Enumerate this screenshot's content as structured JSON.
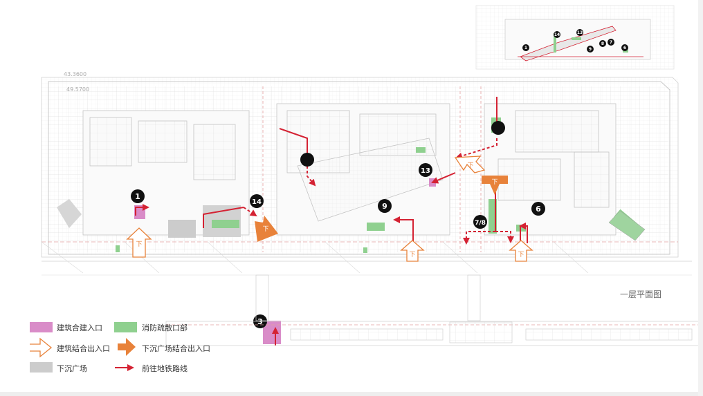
{
  "plan": {
    "title": "一层平面图",
    "elevation_labels": [
      "43.3600",
      "49.5700"
    ],
    "colors": {
      "building_entrance": "#d98cc8",
      "fire_exit": "#8fd08f",
      "sunken_plaza": "#cccccc",
      "plaza_entrance": "#e8823a",
      "route": "#d42233",
      "arrow_outline": "#e8823a",
      "grid_line": "#d8d8d8",
      "marker": "#111111"
    },
    "arrow_glyph": "下",
    "markers": [
      {
        "id": "m1",
        "label": "1"
      },
      {
        "id": "m14",
        "label": "14"
      },
      {
        "id": "m9",
        "label": "9"
      },
      {
        "id": "m13",
        "label": "13"
      },
      {
        "id": "m78",
        "label": "7/8"
      },
      {
        "id": "m6",
        "label": "6"
      },
      {
        "id": "m3",
        "label": "3"
      },
      {
        "id": "mA",
        "label": ""
      },
      {
        "id": "mB",
        "label": ""
      }
    ],
    "inset_markers": [
      "1",
      "14",
      "13",
      "9",
      "8",
      "7",
      "6"
    ]
  },
  "legend": {
    "items": [
      {
        "name": "building-entrance",
        "label": "建筑合建入口",
        "icon": "pink-swatch"
      },
      {
        "name": "fire-exit",
        "label": "消防疏散口部",
        "icon": "green-swatch"
      },
      {
        "name": "combined-entrance",
        "label": "建筑结合出入口",
        "icon": "outline-arrow-icon"
      },
      {
        "name": "sunken-plaza-entrance",
        "label": "下沉广场结合出入口",
        "icon": "orange-arrow-icon"
      },
      {
        "name": "sunken-plaza",
        "label": "下沉广场",
        "icon": "gray-swatch"
      },
      {
        "name": "metro-route",
        "label": "前往地铁路线",
        "icon": "red-arrow-icon"
      }
    ]
  }
}
